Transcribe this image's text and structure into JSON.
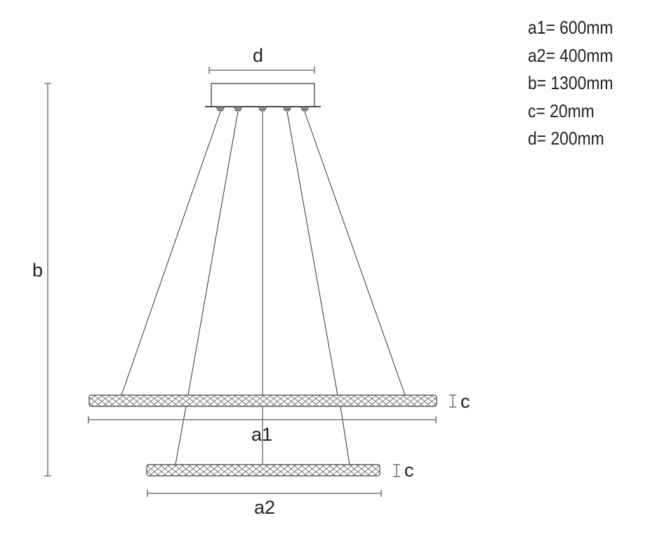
{
  "labels": {
    "d": "d",
    "b": "b",
    "a1": "a1",
    "a2": "a2",
    "c_top": "c",
    "c_bottom": "c"
  },
  "legend": [
    "a1= 600mm",
    "a2= 400mm",
    "b= 1300mm",
    "c= 20mm",
    "d= 200mm"
  ]
}
